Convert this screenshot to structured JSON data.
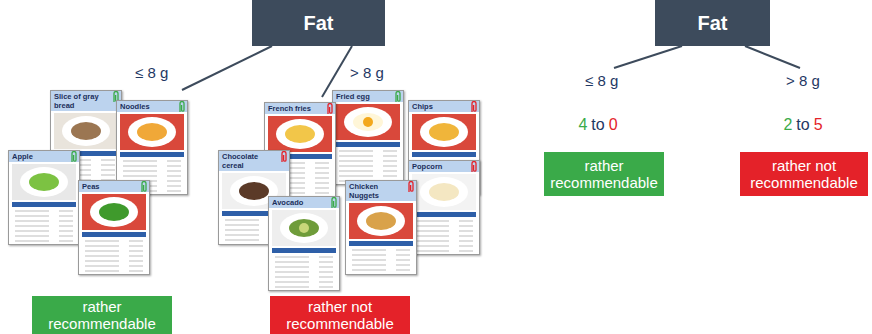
{
  "diagram": {
    "nodes": [
      {
        "text": [
          "Fat"
        ]
      },
      {
        "text": [
          "Slice of gray bread"
        ]
      },
      {
        "text": [
          "Noodles"
        ]
      },
      {
        "text": [
          "Apple"
        ]
      },
      {
        "text": [
          "Peas"
        ]
      },
      {
        "text": [
          "rather recommendable"
        ]
      },
      {
        "text": [
          "French fries"
        ]
      },
      {
        "text": [
          "Fried egg"
        ]
      },
      {
        "text": [
          "Chips"
        ]
      },
      {
        "text": [
          "Chocolate cereal"
        ]
      },
      {
        "text": [
          "Avocado"
        ]
      },
      {
        "text": [
          "Popcorn"
        ]
      },
      {
        "text": [
          "Chicken Nuggets"
        ]
      },
      {
        "text": [
          "rather not recommendable"
        ]
      },
      {
        "text": [
          "Fat"
        ]
      },
      {
        "text": [
          "rather recommendable"
        ]
      },
      {
        "text": [
          "rather not recommendable"
        ]
      }
    ],
    "labels": [
      "≤ 8 g",
      "> 8 g",
      "≤ 8 g",
      "> 8 g",
      "4",
      "to",
      "0",
      "2",
      "to",
      "5"
    ]
  }
}
